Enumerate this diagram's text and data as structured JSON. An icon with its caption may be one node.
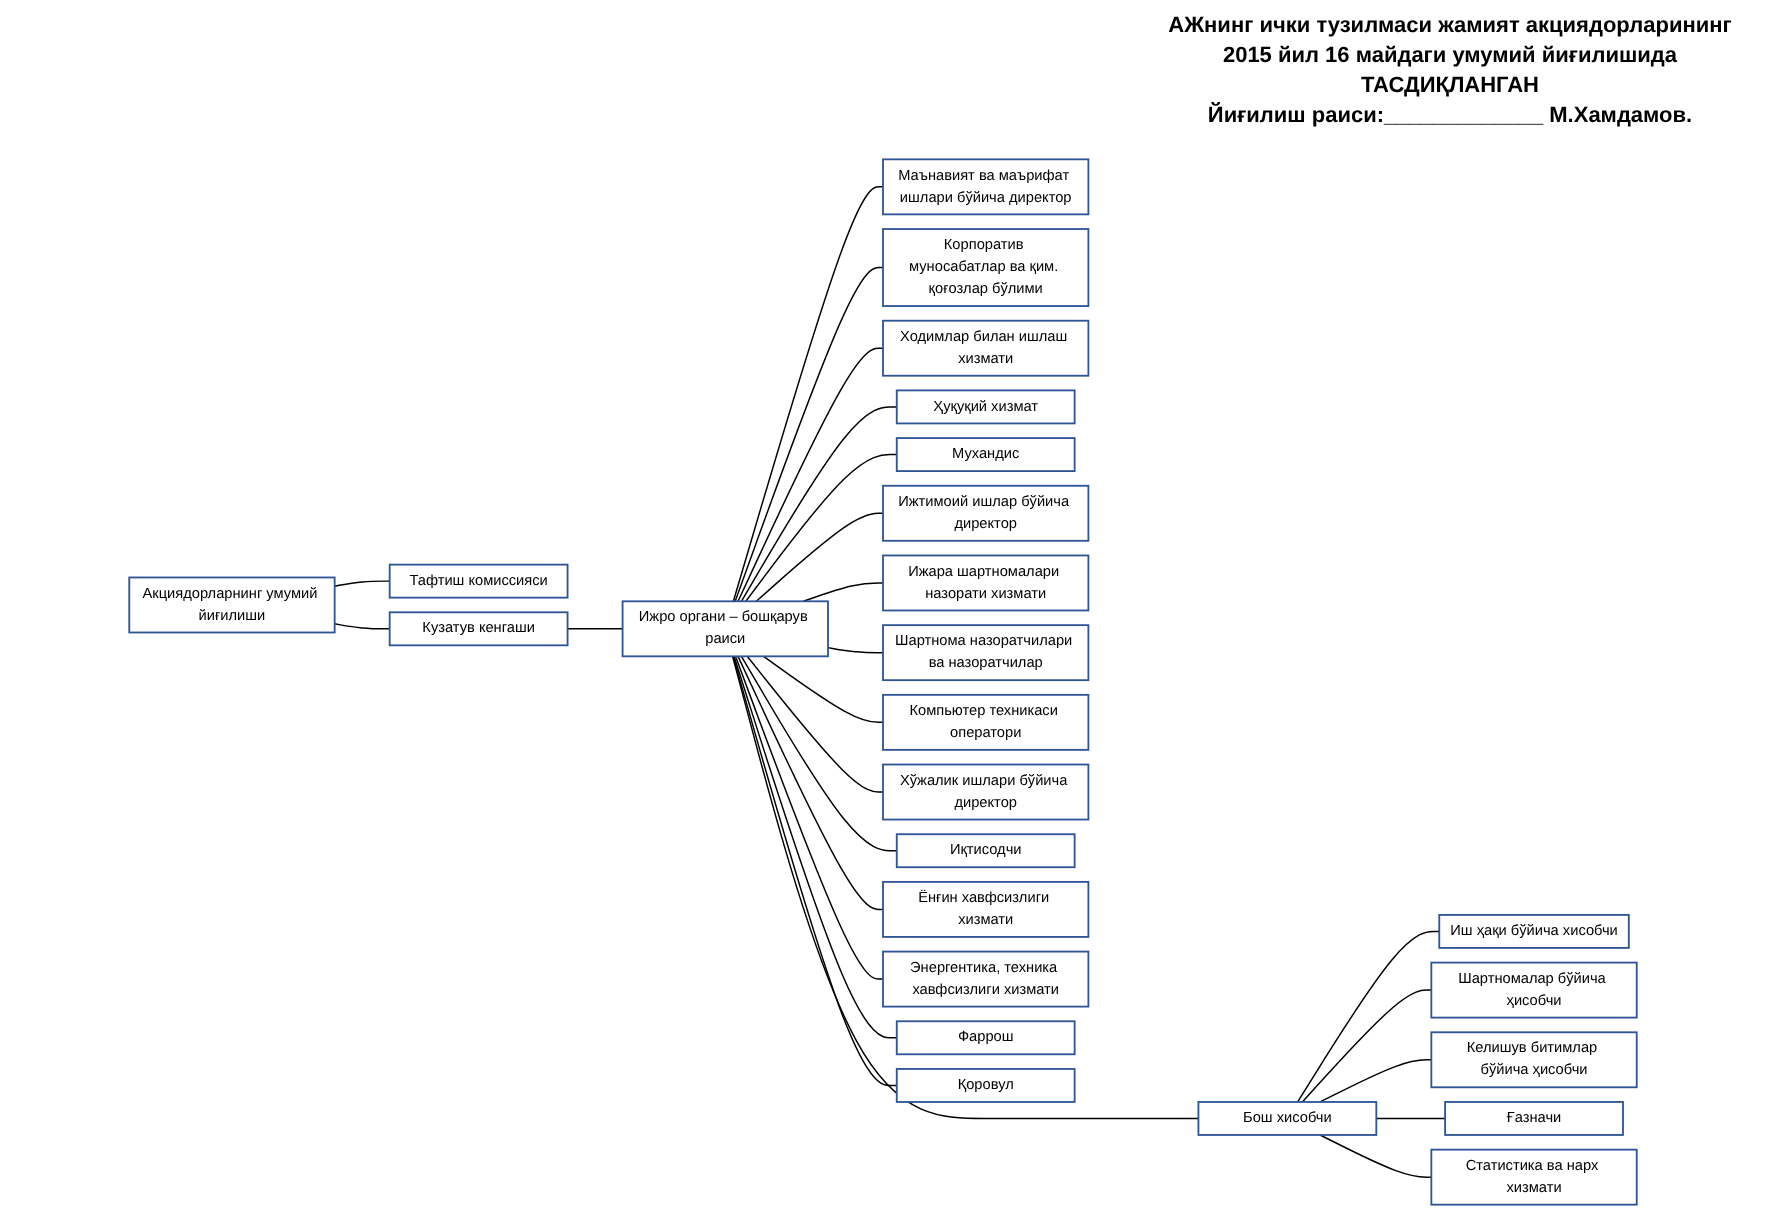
{
  "diagram": {
    "nodes": [
      {
        "text": [
          "Акциядорларнинг умумий йиғилиши"
        ]
      },
      {
        "text": [
          "Тафтиш комиссияси"
        ]
      },
      {
        "text": [
          "Кузатув кенгаши"
        ]
      },
      {
        "text": [
          "Ижро органи – бошқарув раиси"
        ]
      },
      {
        "text": [
          "Маънавият ва маърифат ишлари бўйича директор"
        ]
      },
      {
        "text": [
          "Корпоратив муносабатлар ва қим. қоғозлар бўлими"
        ]
      },
      {
        "text": [
          "Ходимлар билан ишлаш хизмати"
        ]
      },
      {
        "text": [
          "Ҳуқуқий хизмат"
        ]
      },
      {
        "text": [
          "Мухандис"
        ]
      },
      {
        "text": [
          "Ижтимоий ишлар бўйича директор"
        ]
      },
      {
        "text": [
          "Ижара шартномалари назорати хизмати"
        ]
      },
      {
        "text": [
          "Шартнома назоратчилари ва назоратчилар"
        ]
      },
      {
        "text": [
          "Компьютер техникаси оператори"
        ]
      },
      {
        "text": [
          "Бош хисобчи"
        ]
      },
      {
        "text": [
          "Иш ҳақи бўйича хисобчи"
        ]
      },
      {
        "text": [
          "Шартномалар бўйича ҳисобчи"
        ]
      },
      {
        "text": [
          "Келишув битимлар бўйича ҳисобчи"
        ]
      },
      {
        "text": [
          "Хўжалик ишлари бўйича директор"
        ]
      },
      {
        "text": [
          "Иқтисодчи"
        ]
      },
      {
        "text": [
          "Ёнғин хавфсизлиги хизмати"
        ]
      },
      {
        "text": [
          "Энергентика, техника хавфсизлиги хизмати"
        ]
      },
      {
        "text": [
          "Ғазначи"
        ]
      },
      {
        "text": [
          "Статистика ва нарх хизмати"
        ]
      },
      {
        "text": [
          "Фаррош"
        ]
      },
      {
        "text": [
          "Қоровул"
        ]
      }
    ],
    "edges": [
      {
        "from": 0,
        "to": 1,
        "arrow": "none"
      },
      {
        "from": 0,
        "to": 2,
        "arrow": "none"
      },
      {
        "from": 2,
        "to": 3,
        "arrow": "none"
      },
      {
        "from": 3,
        "to": 4,
        "arrow": "none"
      },
      {
        "from": 3,
        "to": 5,
        "arrow": "none"
      },
      {
        "from": 3,
        "to": 6,
        "arrow": "none"
      },
      {
        "from": 3,
        "to": 7,
        "arrow": "none"
      },
      {
        "from": 3,
        "to": 8,
        "arrow": "none"
      },
      {
        "from": 3,
        "to": 9,
        "arrow": "none"
      },
      {
        "from": 3,
        "to": 10,
        "arrow": "none"
      },
      {
        "from": 3,
        "to": 11,
        "arrow": "none"
      },
      {
        "from": 3,
        "to": 12,
        "arrow": "none"
      },
      {
        "from": 3,
        "to": 13,
        "arrow": "none"
      },
      {
        "from": 13,
        "to": 14,
        "arrow": "none"
      },
      {
        "from": 13,
        "to": 15,
        "arrow": "none"
      },
      {
        "from": 13,
        "to": 16,
        "arrow": "none"
      },
      {
        "from": 13,
        "to": 21,
        "arrow": "none"
      },
      {
        "from": 13,
        "to": 22,
        "arrow": "none"
      },
      {
        "from": 3,
        "to": 17,
        "arrow": "none"
      },
      {
        "from": 3,
        "to": 18,
        "arrow": "none"
      },
      {
        "from": 3,
        "to": 19,
        "arrow": "none"
      },
      {
        "from": 3,
        "to": 20,
        "arrow": "none"
      },
      {
        "from": 3,
        "to": 23,
        "arrow": "none"
      },
      {
        "from": 3,
        "to": 24,
        "arrow": "none"
      }
    ],
    "labels": [
      "АЖнинг ички тузилмаси жамият акциядорларининг 2015 йил 16 майдаги умумий йиғилишида",
      "ТАСДИҚЛАНГАН",
      "Йиғилиш раиси:_____________ М.Хамдамов."
    ]
  }
}
